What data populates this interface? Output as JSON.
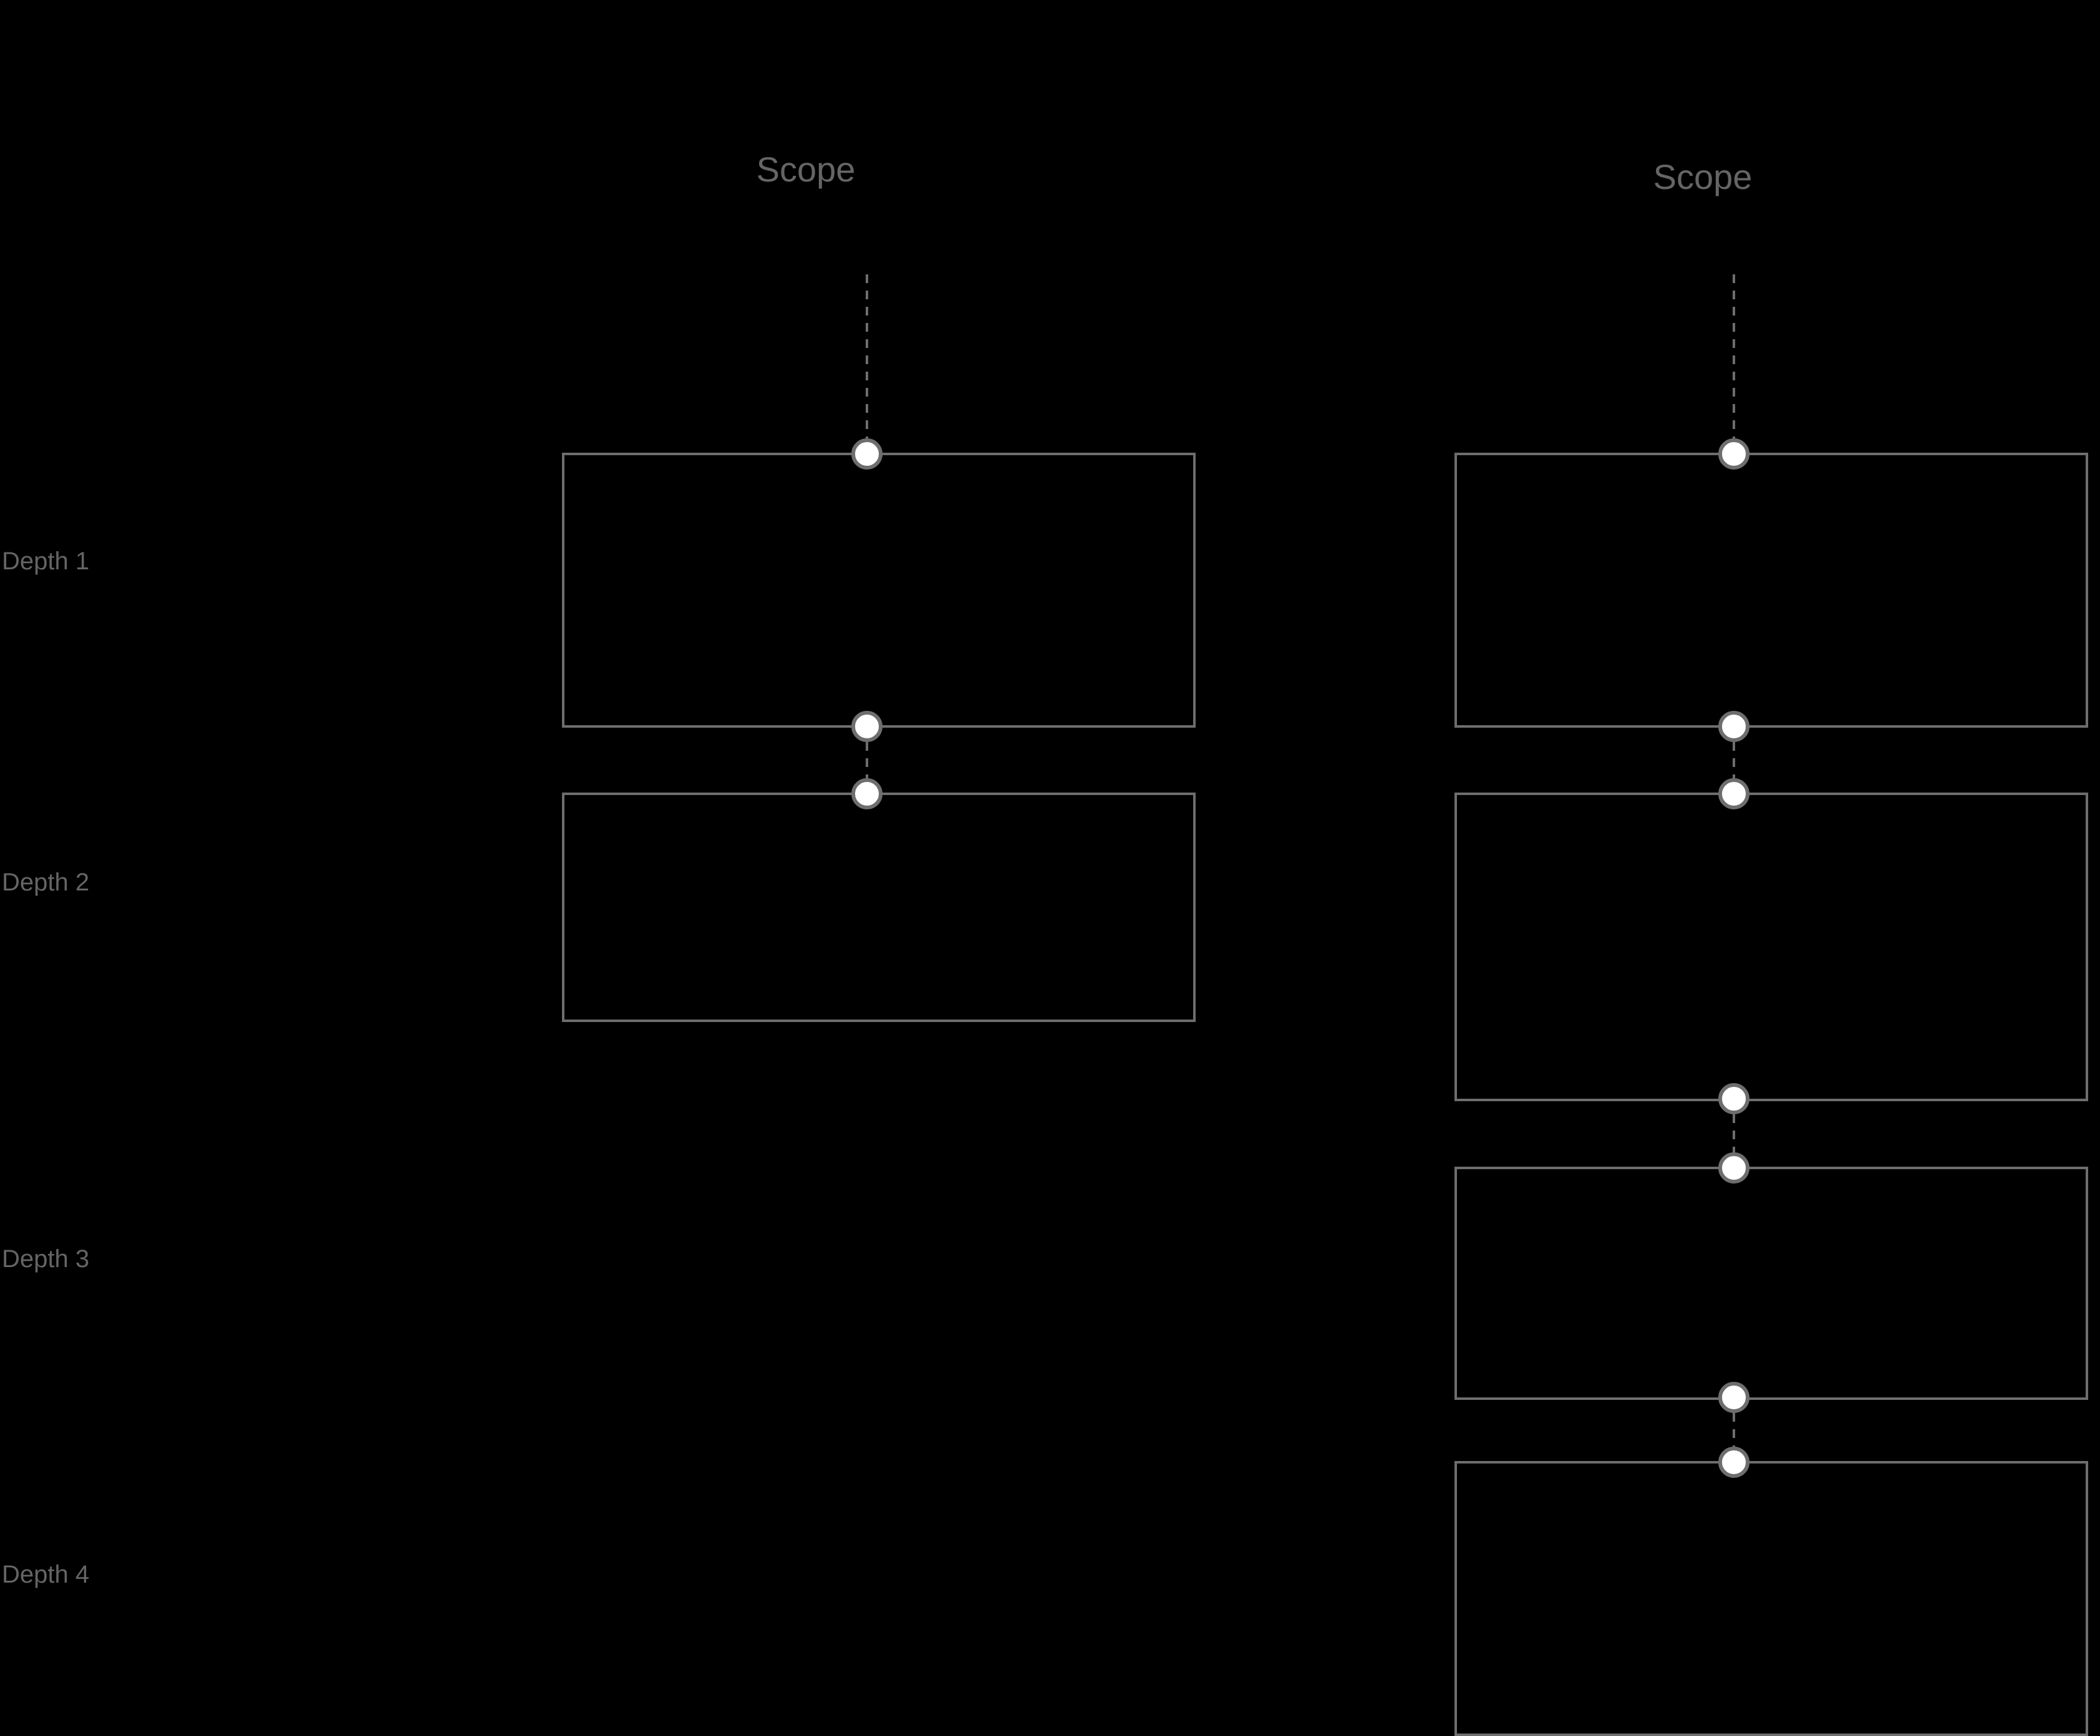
{
  "diagram": {
    "depth_axis": [
      "Depth 1",
      "Depth 2",
      "Depth 3",
      "Depth 4"
    ],
    "columns": [
      {
        "scope_label": "Scope",
        "visible_depths": 2
      },
      {
        "scope_label": "Scope",
        "visible_depths": 4
      }
    ],
    "colors": {
      "background": "#000000",
      "stroke": "#6e6e6e",
      "text": "#656565",
      "node_fill": "#ffffff"
    }
  }
}
